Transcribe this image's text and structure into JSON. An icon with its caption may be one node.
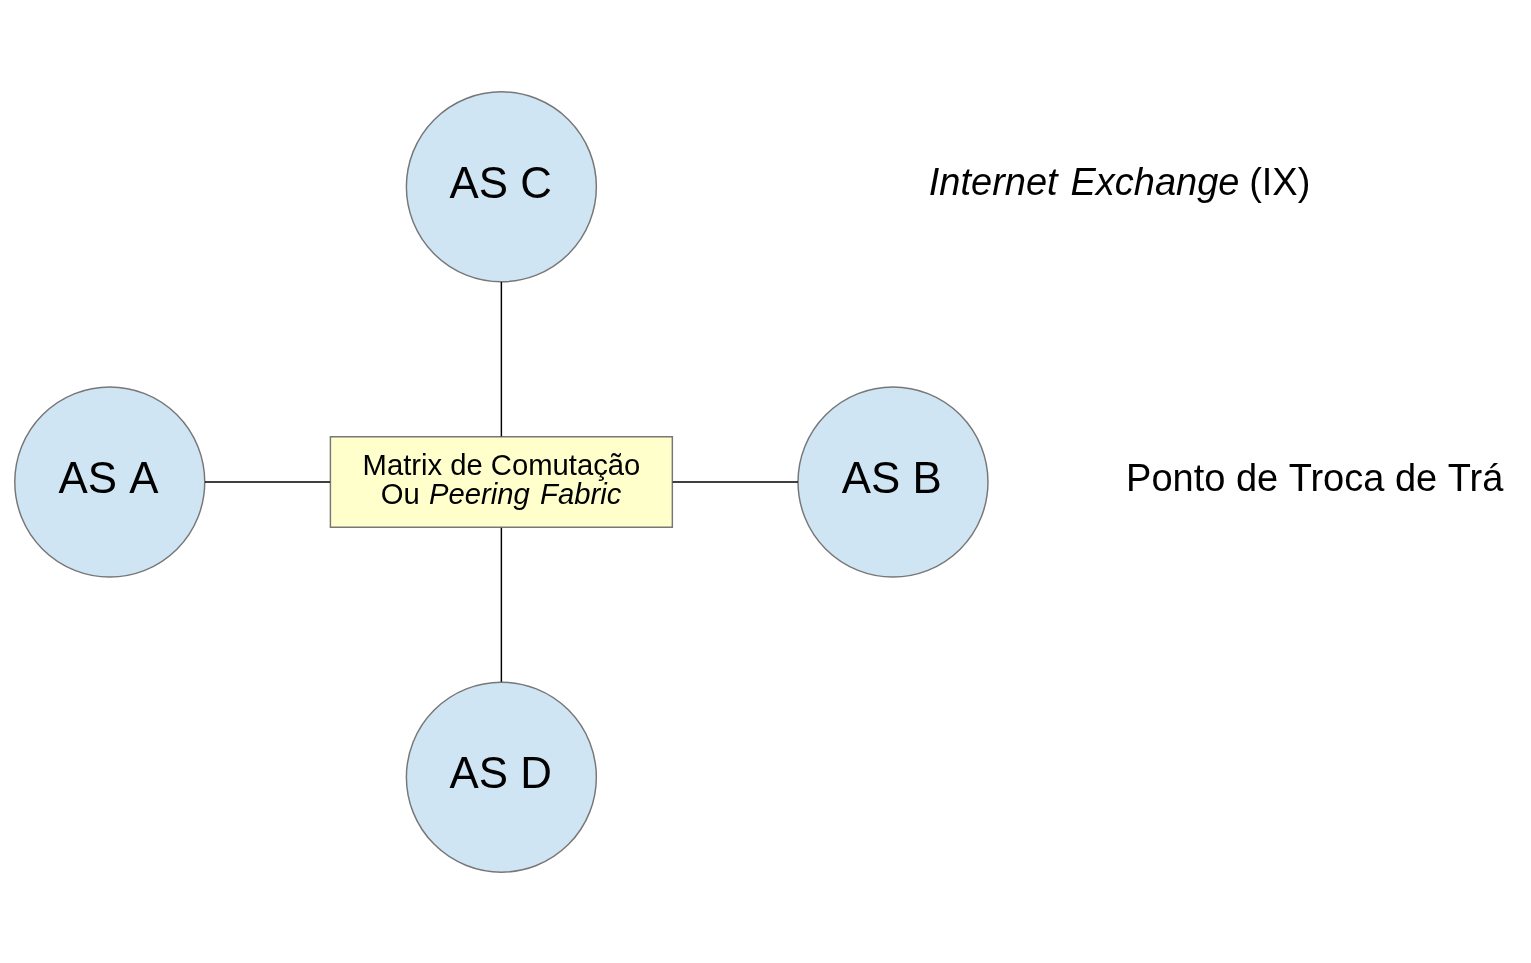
{
  "diagram": {
    "nodes": [
      {
        "text": [
          "AS C"
        ]
      },
      {
        "text": [
          "AS A"
        ]
      },
      {
        "text": [
          "Matrix de Comutação Ou *Peering Fabric*"
        ]
      },
      {
        "text": [
          "AS B"
        ]
      },
      {
        "text": [
          "AS D"
        ]
      }
    ],
    "edges": [
      {
        "from": 0,
        "to": 2,
        "arrow": "none"
      },
      {
        "from": 1,
        "to": 2,
        "arrow": "none"
      },
      {
        "from": 2,
        "to": 3,
        "arrow": "none"
      },
      {
        "from": 2,
        "to": 4,
        "arrow": "none"
      }
    ],
    "labels": [
      "*Internet Exchange* (IX)",
      "Ponto de Troca de Trá"
    ]
  }
}
